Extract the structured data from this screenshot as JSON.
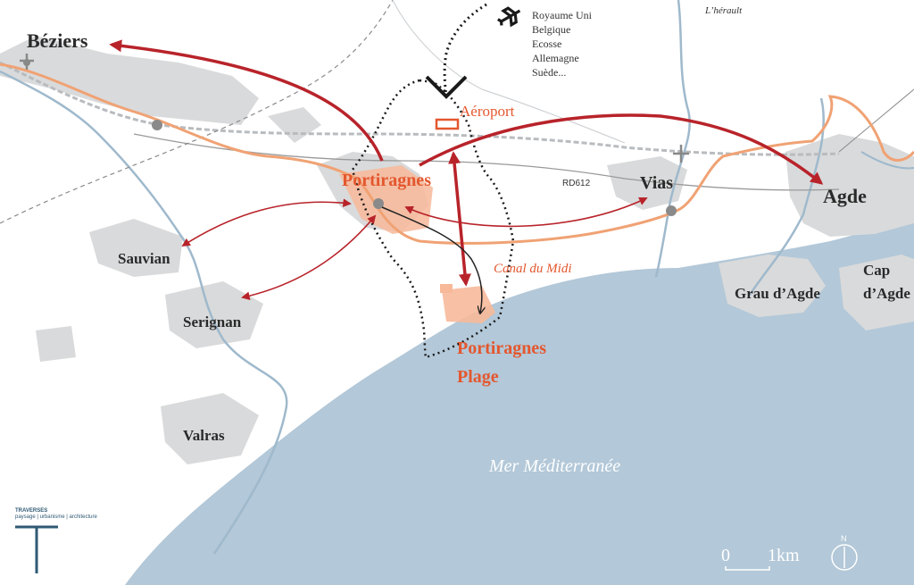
{
  "places": {
    "beziers": "Béziers",
    "portiragnes": "Portiragnes",
    "portiragnes_plage_line1": "Portiragnes",
    "portiragnes_plage_line2": "Plage",
    "vias": "Vias",
    "agde": "Agde",
    "sauvian": "Sauvian",
    "serignan": "Serignan",
    "valras": "Valras",
    "grau_dagde": "Grau d’Agde",
    "cap_dagde_line1": "Cap",
    "cap_dagde_line2": "d’Agde"
  },
  "features": {
    "aeroport": "Aéroport",
    "canal": "Canal du Midi",
    "road": "RD612",
    "river": "L’hérault",
    "sea": "Mer Méditerranée"
  },
  "flights": {
    "destinations": [
      "Royaume Uni",
      "Belgique",
      "Ecosse",
      "Allemagne",
      "Suède..."
    ]
  },
  "scale": {
    "start": "0",
    "end": "1km",
    "north": "N"
  },
  "logo": {
    "name": "TRAVERSES",
    "tagline": "paysage | urbanisme | architecture"
  },
  "colors": {
    "sea": "#b3c8d8",
    "urban": "#d9dadb",
    "accent": "#e4572e",
    "arrow": "#b8232a",
    "canal": "#f0a274",
    "river": "#9fb9cc"
  }
}
